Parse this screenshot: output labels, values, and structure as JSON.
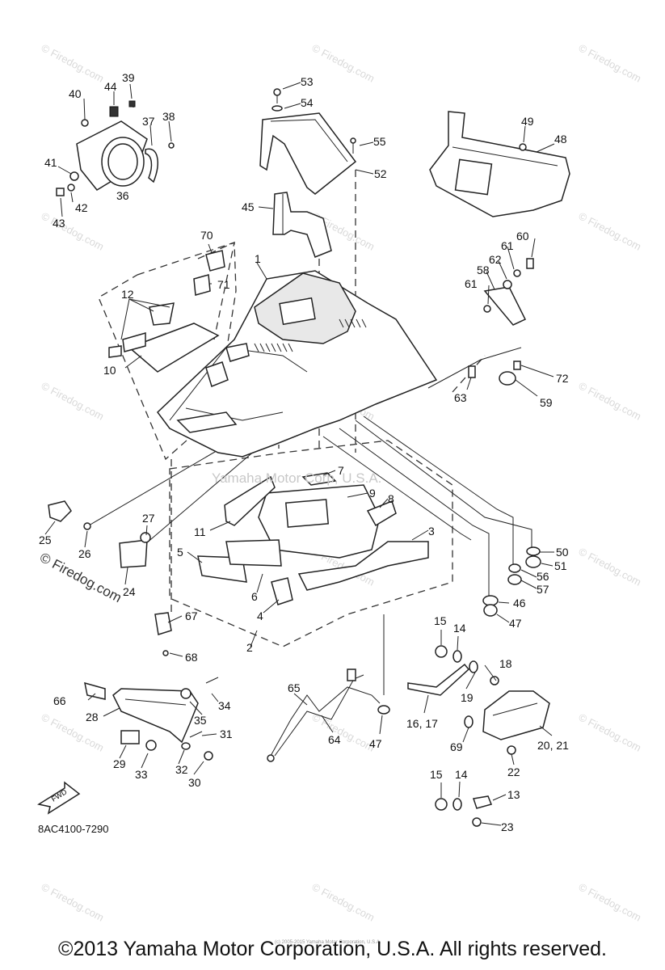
{
  "diagram_code": "8AC4100-7290",
  "footer_copyright": "©2013 Yamaha Motor Corporation, U.S.A. All rights reserved.",
  "small_credit": "(c) 2005-2015 Yamaha Motor Corporation, U.S.A.",
  "center_watermark": "Yamaha Motor Corp, U.S.A.",
  "firedog_watermark": "© Firedog.com",
  "tile_watermark": "© Firedog.com",
  "fwd_label": "FWD",
  "parts": {
    "p1": "1",
    "p2": "2",
    "p3": "3",
    "p4": "4",
    "p5": "5",
    "p6": "6",
    "p7": "7",
    "p8": "8",
    "p9": "9",
    "p10": "10",
    "p11": "11",
    "p12": "12",
    "p13": "13",
    "p14a": "14",
    "p14b": "14",
    "p15a": "15",
    "p15b": "15",
    "p16_17": "16, 17",
    "p18": "18",
    "p19": "19",
    "p20_21": "20, 21",
    "p22": "22",
    "p23": "23",
    "p24": "24",
    "p25": "25",
    "p26": "26",
    "p27": "27",
    "p28": "28",
    "p29": "29",
    "p30": "30",
    "p31": "31",
    "p32": "32",
    "p33": "33",
    "p34": "34",
    "p35": "35",
    "p36": "36",
    "p37": "37",
    "p38": "38",
    "p39": "39",
    "p40": "40",
    "p41": "41",
    "p42": "42",
    "p43": "43",
    "p44": "44",
    "p45": "45",
    "p46": "46",
    "p47a": "47",
    "p47b": "47",
    "p48": "48",
    "p49": "49",
    "p50": "50",
    "p51": "51",
    "p52": "52",
    "p53": "53",
    "p54": "54",
    "p55": "55",
    "p56": "56",
    "p57": "57",
    "p58": "58",
    "p59": "59",
    "p60": "60",
    "p61a": "61",
    "p61b": "61",
    "p62": "62",
    "p63": "63",
    "p64": "64",
    "p65": "65",
    "p66": "66",
    "p67": "67",
    "p68": "68",
    "p69": "69",
    "p70": "70",
    "p71": "71",
    "p72": "72"
  }
}
